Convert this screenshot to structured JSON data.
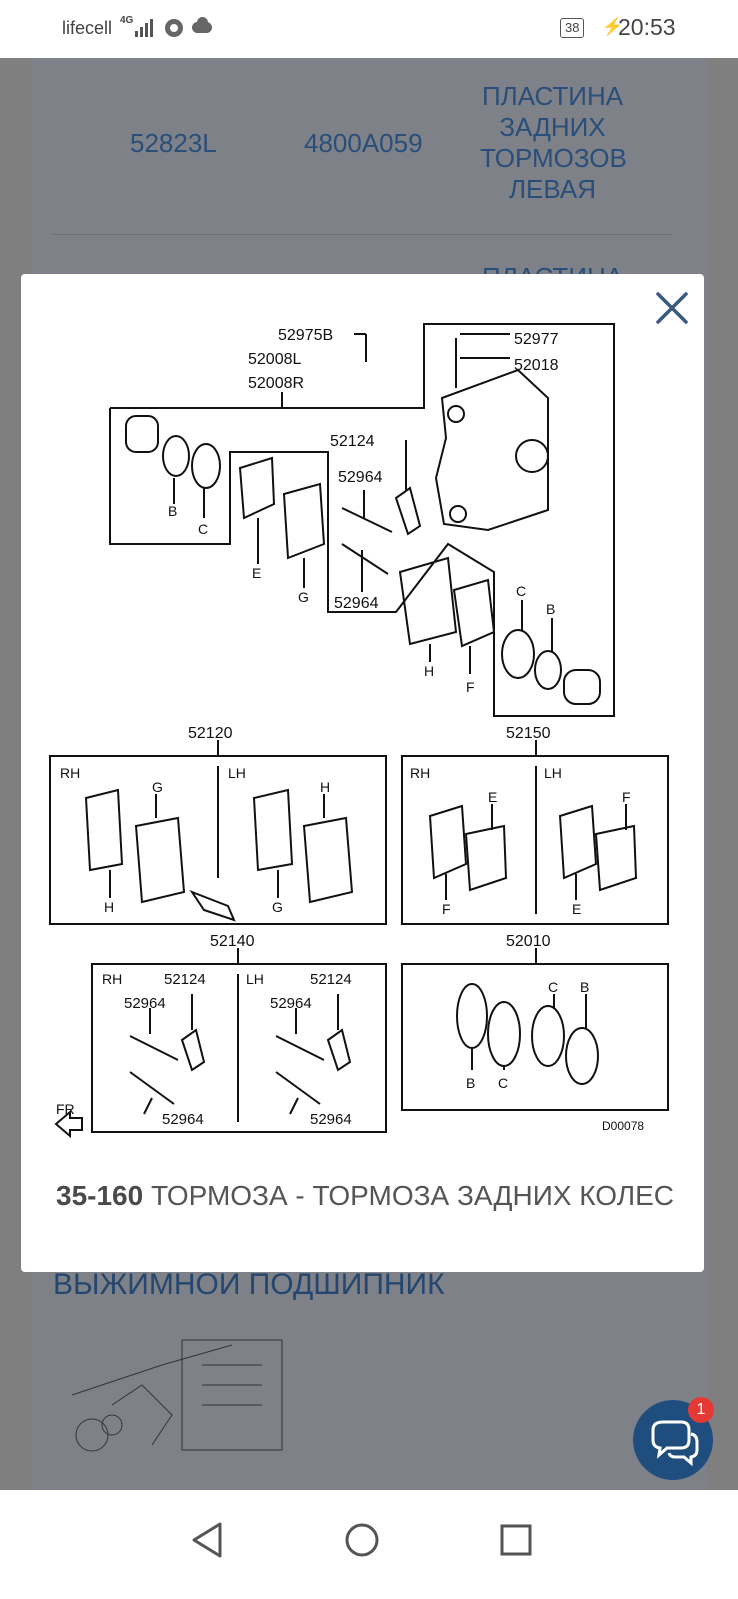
{
  "statusbar": {
    "carrier": "lifecell",
    "network": "4G",
    "battery": "38",
    "time": "20:53"
  },
  "background": {
    "row1": {
      "code1": "52823L",
      "code2": "4800A059",
      "desc": [
        "ПЛАСТИНА",
        "ЗАДНИХ",
        "ТОРМОЗОВ",
        "ЛЕВАЯ"
      ]
    },
    "row2_partial": "ПЛАСТИНА",
    "section_title": "ВЫЖИМНОЙ ПОДШИПНИК"
  },
  "modal": {
    "caption_number": "35-160",
    "caption_text": "ТОРМОЗА - ТОРМОЗА ЗАДНИХ КОЛЕС",
    "diagram": {
      "labels": {
        "p52975B": "52975B",
        "p52008L": "52008L",
        "p52008R": "52008R",
        "p52977": "52977",
        "p52018": "52018",
        "p52124": "52124",
        "p52964a": "52964",
        "p52964b": "52964",
        "p52120": "52120",
        "p52150": "52150",
        "p52140": "52140",
        "p52010": "52010",
        "code": "D00078",
        "rh": "RH",
        "lh": "LH",
        "fr": "FR",
        "B": "B",
        "C": "C",
        "E": "E",
        "F": "F",
        "G": "G",
        "H": "H"
      }
    }
  },
  "chat": {
    "badge": "1"
  },
  "colors": {
    "accent": "#1f4e7e",
    "badge": "#e53935",
    "link": "#2a4e7a"
  }
}
